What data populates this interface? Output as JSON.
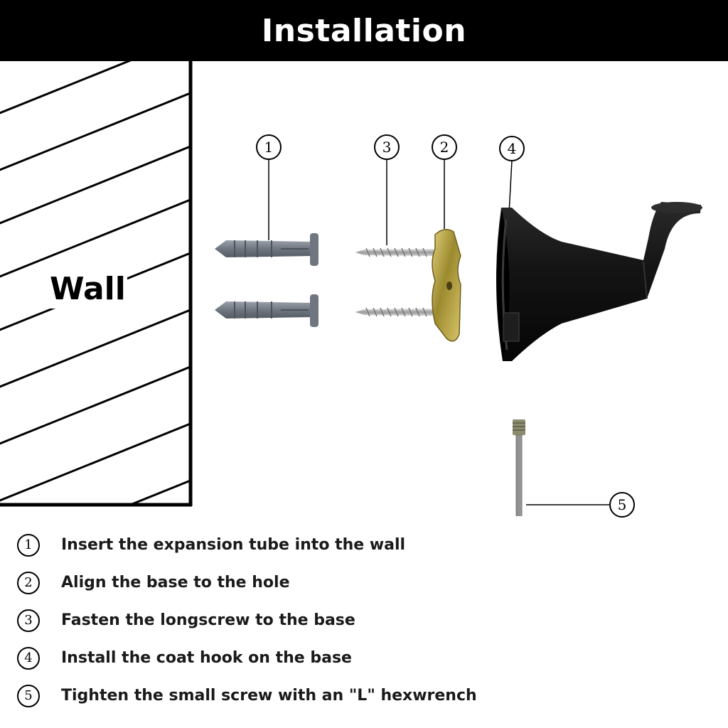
{
  "header": {
    "title": "Installation"
  },
  "wall": {
    "label": "Wall"
  },
  "callouts": [
    {
      "num": "1"
    },
    {
      "num": "3"
    },
    {
      "num": "2"
    },
    {
      "num": "4"
    },
    {
      "num": "5"
    }
  ],
  "steps": [
    {
      "num": "1",
      "text": "Insert the expansion tube into the wall"
    },
    {
      "num": "2",
      "text": "Align the base to the hole"
    },
    {
      "num": "3",
      "text": "Fasten the longscrew to the base"
    },
    {
      "num": "4",
      "text": "Install the coat hook on the base"
    },
    {
      "num": "5",
      "text": "Tighten the small screw with an \"L\" hexwrench"
    }
  ],
  "colors": {
    "header_bg": "#000000",
    "anchor_gray": "#7d8590",
    "bracket_gold": "#b59a3c",
    "hook_black": "#111111",
    "steel": "#b5b5b5"
  },
  "icons": [
    "wall-anchor-icon",
    "wood-screw-icon",
    "mounting-base-icon",
    "coat-hook-icon",
    "hex-wrench-icon"
  ]
}
